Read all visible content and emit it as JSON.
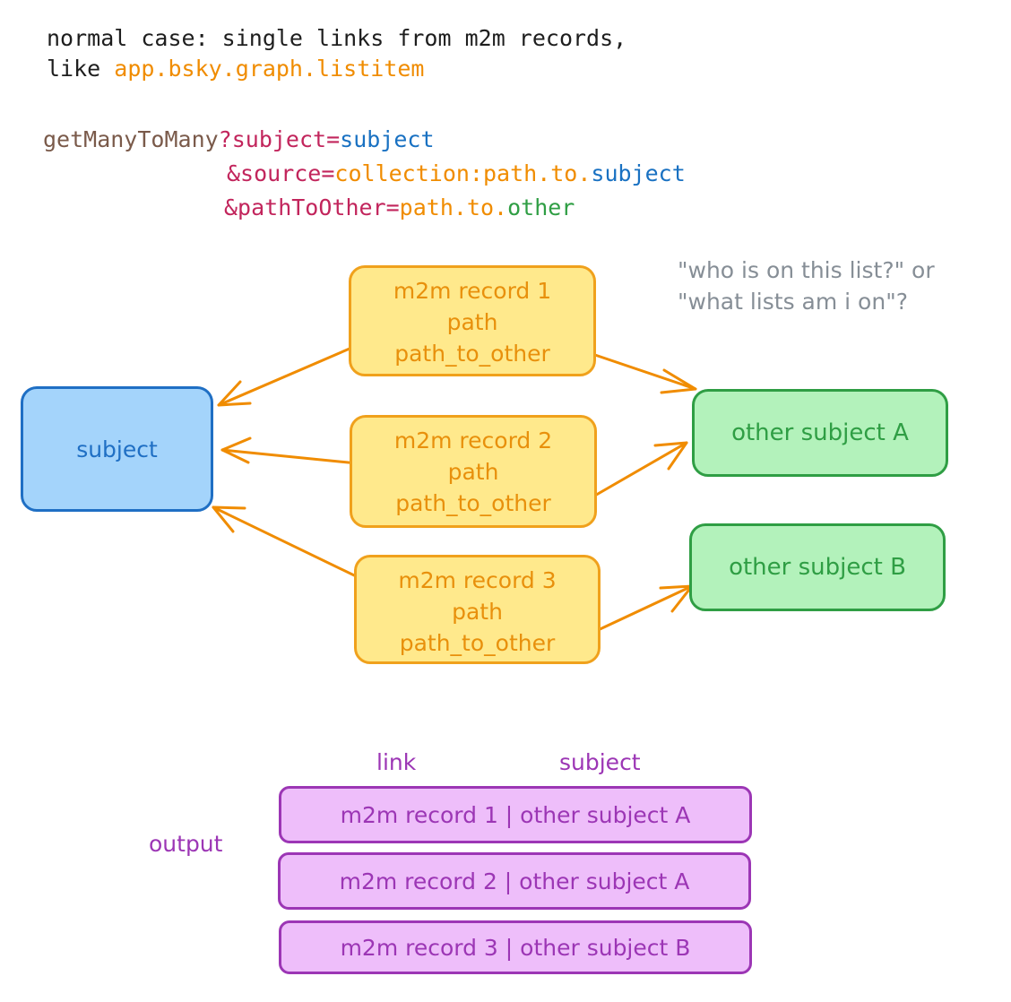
{
  "header": {
    "line1": "normal case: single links from m2m records,",
    "line2_prefix": "like ",
    "line2_collection": "app.bsky.graph.listitem"
  },
  "query": {
    "fn": "getManyToMany",
    "subject_param": "?subject=",
    "subject_value": "subject",
    "source_param": "&source=",
    "source_value_prefix": "collection:path.to.",
    "source_value_suffix": "subject",
    "path_param": "&pathToOther=",
    "path_value_prefix": "path.to.",
    "path_value_suffix": "other"
  },
  "note": {
    "line1": "\"who is on this list?\" or",
    "line2": "\"what lists am i on\"?"
  },
  "subject_box": {
    "label": "subject"
  },
  "records": [
    {
      "title": "m2m record 1",
      "line2": "path",
      "line3": "path_to_other"
    },
    {
      "title": "m2m record 2",
      "line2": "path",
      "line3": "path_to_other"
    },
    {
      "title": "m2m record 3",
      "line2": "path",
      "line3": "path_to_other"
    }
  ],
  "others": [
    {
      "label": "other subject A"
    },
    {
      "label": "other subject B"
    }
  ],
  "output": {
    "label": "output",
    "col_link": "link",
    "col_subject": "subject",
    "rows": [
      "m2m record 1 | other subject A",
      "m2m record 2 | other subject A",
      "m2m record 3 | other subject B"
    ]
  },
  "colors": {
    "text": "#1e1e1e",
    "fn": "#7a5a4a",
    "param": "#c2255c",
    "value": "#f08c00",
    "subject": "#1971c2",
    "other": "#2f9e44",
    "record_fill": "#ffe98c",
    "record_stroke": "#f0a11c",
    "subject_fill": "#a4d4fb",
    "other_fill": "#b3f2bb",
    "output_fill": "#eebefa",
    "output_stroke": "#9c36b5",
    "arrow": "#f08c00",
    "note": "#868e96"
  }
}
